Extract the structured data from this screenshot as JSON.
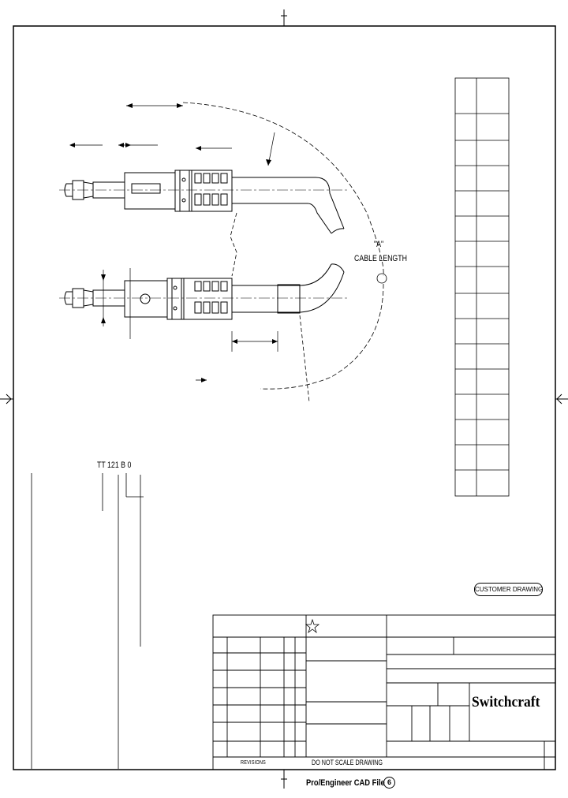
{
  "title_block": {
    "brand": "Switchcraft",
    "footer_title": "Pro/Engineer CAD File",
    "footer_mark": "6",
    "customer_drawing": "CUSTOMER DRAWING",
    "do_not_scale": "DO NOT SCALE DRAWING",
    "revisions_label": "REVISIONS"
  },
  "drawing_labels": {
    "cable_length": "CABLE LENGTH",
    "cable_length_tag": "\"A\"",
    "part_number": "TT 121 B 0",
    "rev_tag": "6"
  },
  "icons": {
    "arrow": "arrow-icon",
    "star": "star-icon"
  },
  "colors": {
    "line": "#000000",
    "paper": "#ffffff"
  }
}
